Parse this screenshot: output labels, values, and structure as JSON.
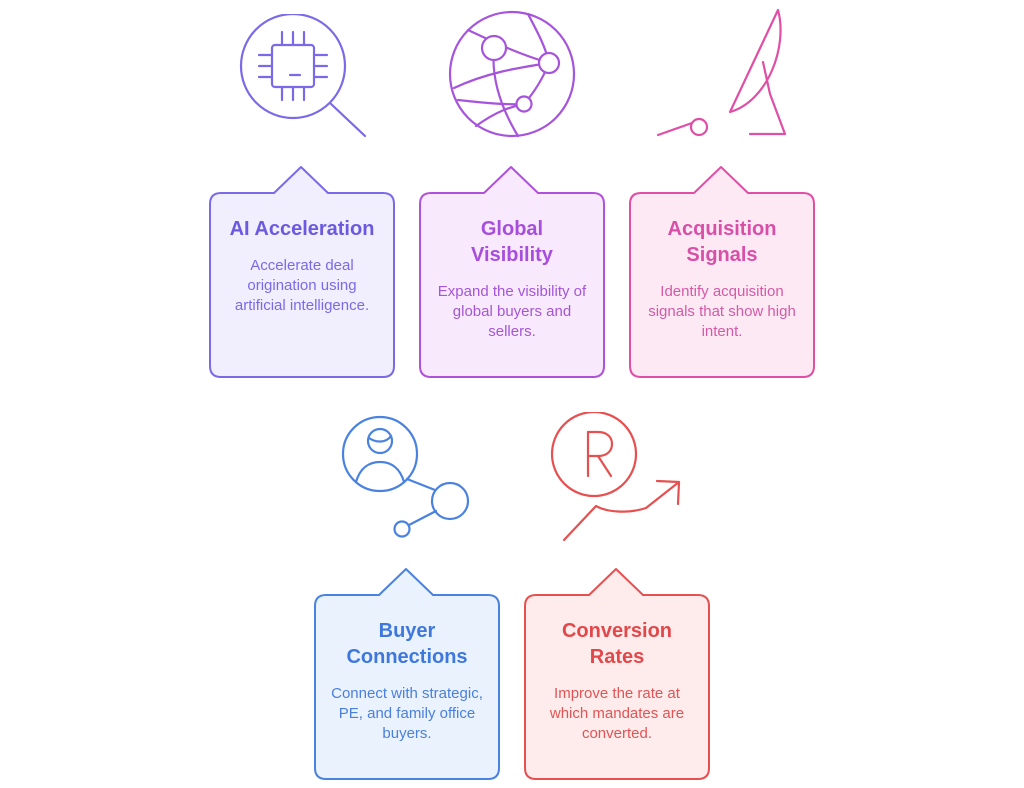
{
  "cards": [
    {
      "id": "ai-acceleration",
      "title": "AI Acceleration",
      "description": "Accelerate deal origination using artificial intelligence.",
      "icon": "ai-chip-search-icon",
      "color": "#7b6ae8",
      "fill": "#f1eefd"
    },
    {
      "id": "global-visibility",
      "title": "Global Visibility",
      "description": "Expand the visibility of global buyers and sellers.",
      "icon": "globe-network-icon",
      "color": "#b052d9",
      "fill": "#f8eafc"
    },
    {
      "id": "acquisition-signals",
      "title": "Acquisition Signals",
      "description": "Identify acquisition signals that show high intent.",
      "icon": "satellite-dish-icon",
      "color": "#e04fa5",
      "fill": "#fde9f4"
    },
    {
      "id": "buyer-connections",
      "title": "Buyer Connections",
      "description": "Connect with strategic, PE, and family office buyers.",
      "icon": "user-network-icon",
      "color": "#4a82e0",
      "fill": "#eaf2fd"
    },
    {
      "id": "conversion-rates",
      "title": "Conversion Rates",
      "description": "Improve the rate at which mandates are converted.",
      "icon": "growth-arrow-icon",
      "color": "#e65050",
      "fill": "#fdeceb"
    }
  ]
}
